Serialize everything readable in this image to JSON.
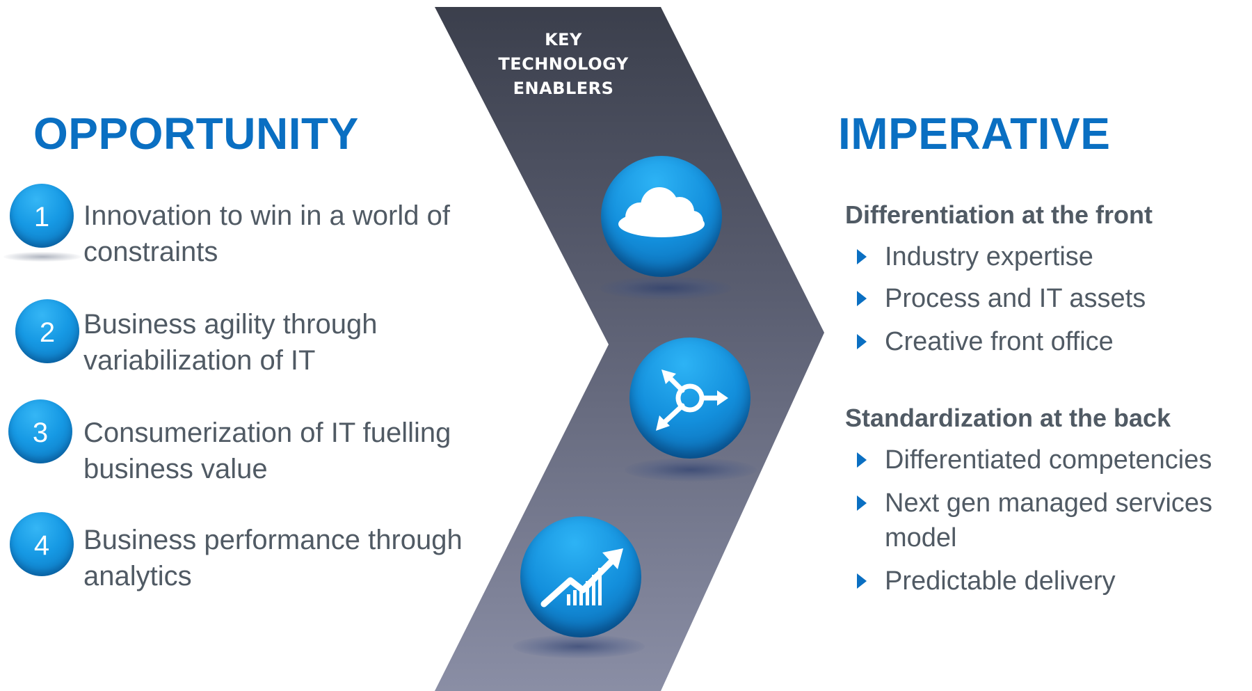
{
  "opportunity": {
    "title": "OPPORTUNITY",
    "items": [
      {
        "number": "1",
        "text": "Innovation to win in a world of constraints"
      },
      {
        "number": "2",
        "text": "Business agility through variabilization of IT"
      },
      {
        "number": "3",
        "text": "Consumerization of IT fuelling business value"
      },
      {
        "number": "4",
        "text": "Business performance through analytics"
      }
    ]
  },
  "enablers": {
    "label_lines": [
      "KEY",
      "TECHNOLOGY",
      "ENABLERS"
    ],
    "icons": [
      "cloud-icon",
      "mobility-icon",
      "analytics-icon"
    ]
  },
  "imperative": {
    "title": "IMPERATIVE",
    "groups": [
      {
        "heading": "Differentiation at the front",
        "items": [
          "Industry expertise",
          "Process and IT assets",
          "Creative front office"
        ]
      },
      {
        "heading": "Standardization at the back",
        "items": [
          "Differentiated competencies",
          "Next gen managed services model",
          "Predictable delivery"
        ]
      }
    ]
  },
  "colors": {
    "title_blue": "#0a6fc2",
    "body_gray": "#505a64",
    "chevron_top": "#3f4350",
    "chevron_bottom": "#8a8fa6",
    "circle_blue": "#1699e4"
  }
}
